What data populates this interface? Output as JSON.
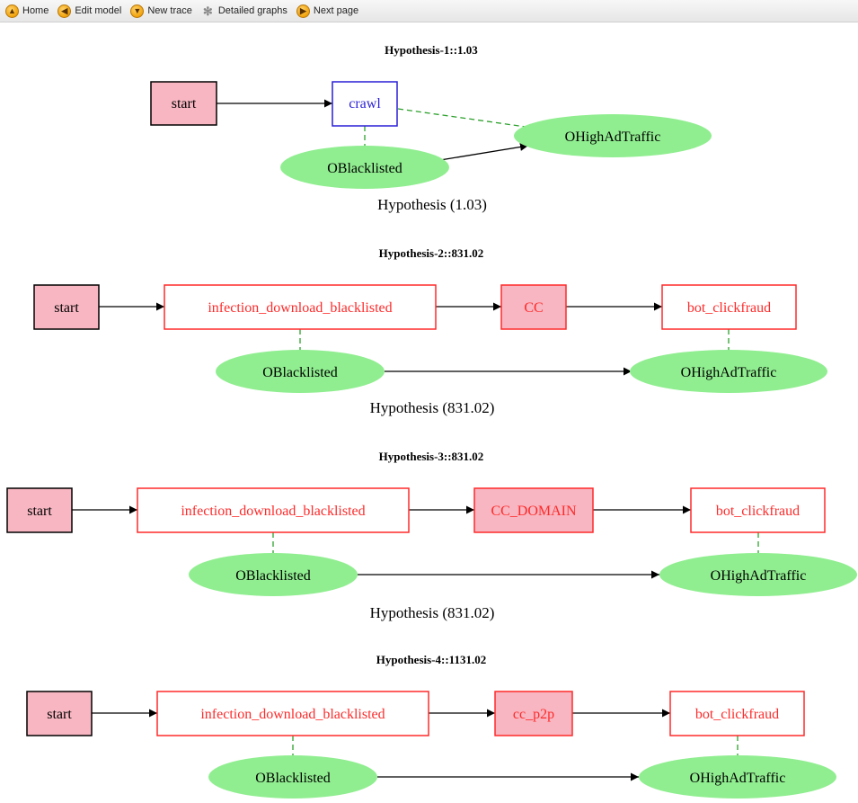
{
  "toolbar": {
    "home": {
      "label": "Home",
      "icon": "chevron-up-icon"
    },
    "edit_model": {
      "label": "Edit model",
      "icon": "chevron-left-icon"
    },
    "new_trace": {
      "label": "New trace",
      "icon": "chevron-down-icon"
    },
    "detailed_graphs": {
      "label": "Detailed graphs",
      "icon": "network-icon"
    },
    "next_page": {
      "label": "Next page",
      "icon": "chevron-right-icon"
    }
  },
  "colors": {
    "start_fill": "#f7b6c1",
    "state_red": "#ff2a2a",
    "state_blue": "#2a1fd6",
    "observation_fill": "#90ee90",
    "dashed_edge": "#2ca02c"
  },
  "hypotheses": [
    {
      "title": "Hypothesis-1::1.03",
      "caption": "Hypothesis (1.03)",
      "nodes": {
        "start": "start",
        "state1": "crawl",
        "obs1": "OBlacklisted",
        "obs2": "OHighAdTraffic"
      }
    },
    {
      "title": "Hypothesis-2::831.02",
      "caption": "Hypothesis (831.02)",
      "nodes": {
        "start": "start",
        "state1": "infection_download_blacklisted",
        "state2": "CC",
        "state3": "bot_clickfraud",
        "obs1": "OBlacklisted",
        "obs2": "OHighAdTraffic"
      }
    },
    {
      "title": "Hypothesis-3::831.02",
      "caption": "Hypothesis (831.02)",
      "nodes": {
        "start": "start",
        "state1": "infection_download_blacklisted",
        "state2": "CC_DOMAIN",
        "state3": "bot_clickfraud",
        "obs1": "OBlacklisted",
        "obs2": "OHighAdTraffic"
      }
    },
    {
      "title": "Hypothesis-4::1131.02",
      "nodes": {
        "start": "start",
        "state1": "infection_download_blacklisted",
        "state2": "cc_p2p",
        "state3": "bot_clickfraud",
        "obs1": "OBlacklisted",
        "obs2": "OHighAdTraffic"
      }
    }
  ]
}
